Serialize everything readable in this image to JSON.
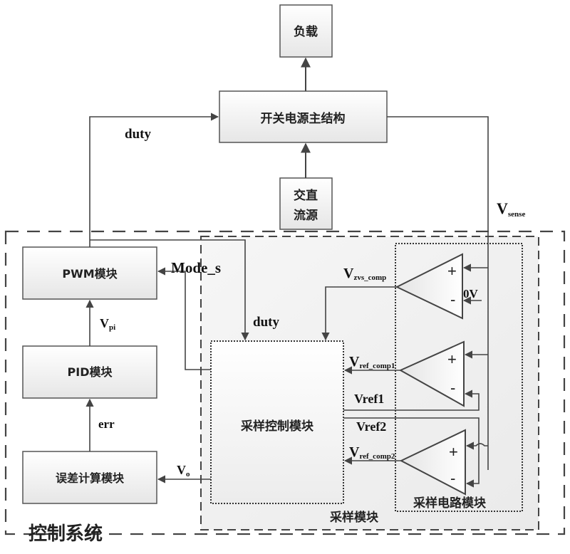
{
  "blocks": {
    "load": "负载",
    "main_structure": "开关电源主结构",
    "ac_dc_source_line1": "交直",
    "ac_dc_source_line2": "流源",
    "pwm": "PWM模块",
    "pid": "PID模块",
    "error_calc": "误差计算模块",
    "sampling_control": "采样控制模块",
    "sampling_circuit": "采样电路模块",
    "sampling_module": "采样模块",
    "control_system": "控制系统"
  },
  "signals": {
    "duty_top": "duty",
    "duty_inner": "duty",
    "mode_s": "Mode_s",
    "v_pi_main": "V",
    "v_pi_sub": "pi",
    "err": "err",
    "v_o_main": "V",
    "v_o_sub": "o",
    "v_sense_main": "V",
    "v_sense_sub": "sense",
    "v_zvs_main": "V",
    "v_zvs_sub": "zvs_comp",
    "v_ref1_main": "V",
    "v_ref1_sub": "ref_comp1",
    "v_ref2_main": "V",
    "v_ref2_sub": "ref_comp2",
    "vref1": "Vref1",
    "vref2": "Vref2",
    "zero_v": "0V"
  },
  "comparators": [
    {
      "plus": "+",
      "minus": "-"
    },
    {
      "plus": "+",
      "minus": "-"
    },
    {
      "plus": "+",
      "minus": "-"
    }
  ]
}
